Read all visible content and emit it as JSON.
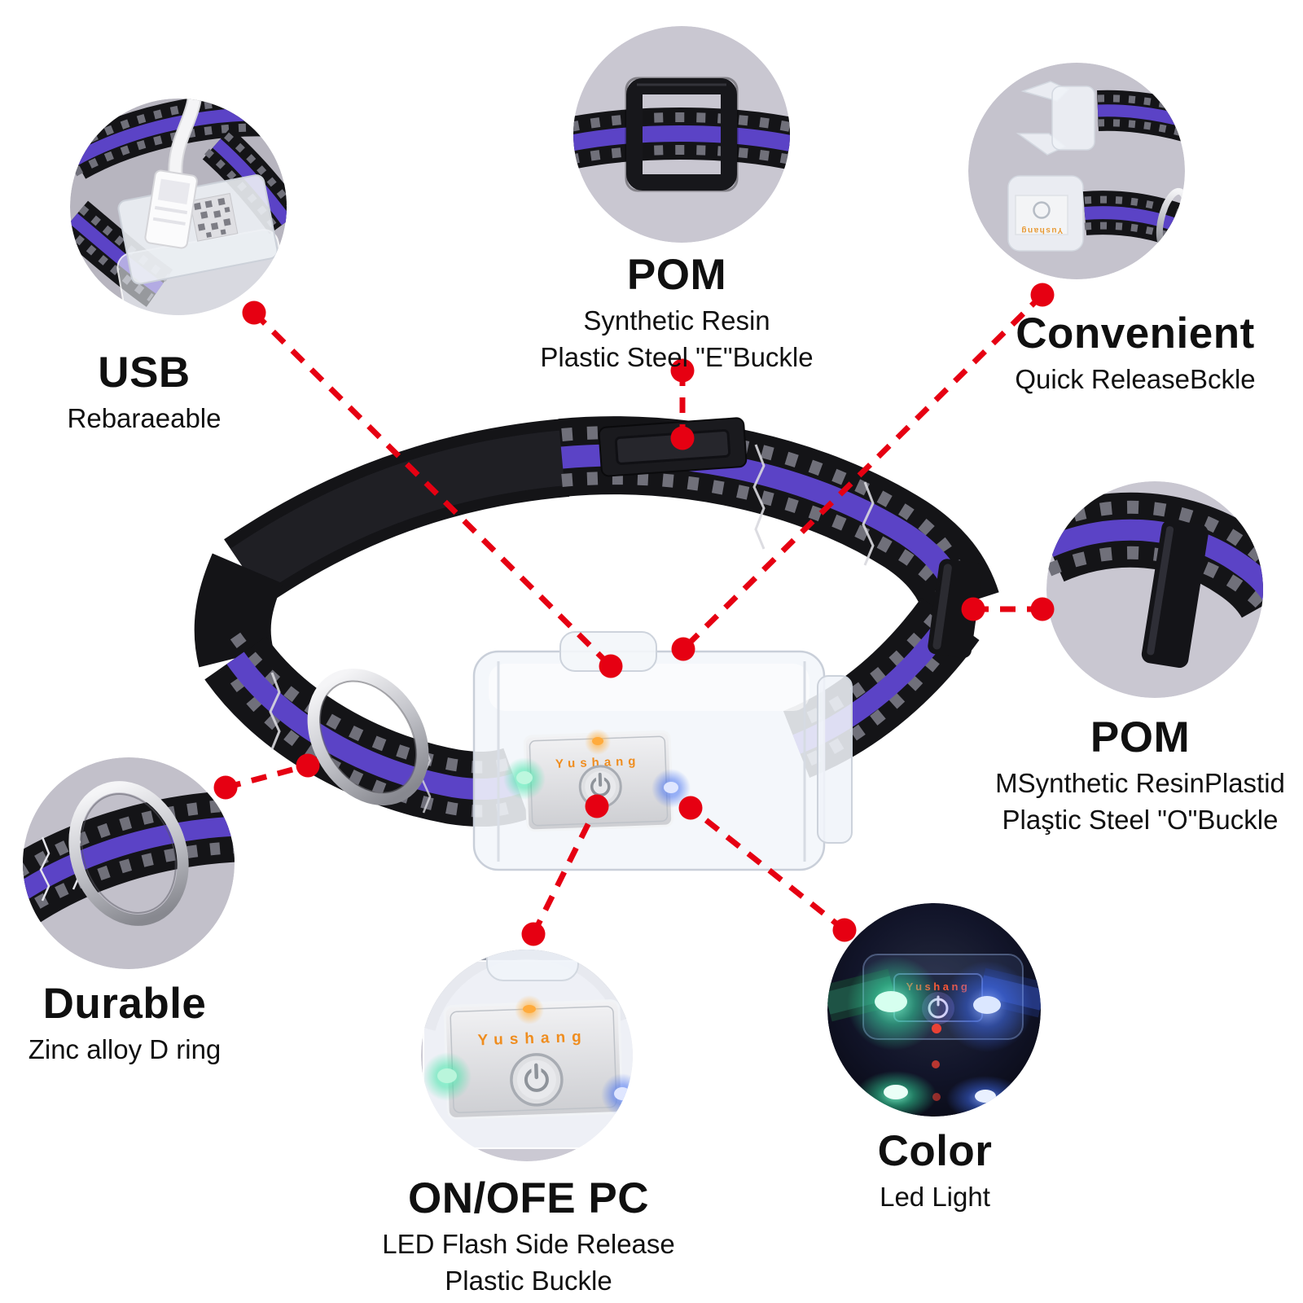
{
  "brand": "Yushang",
  "callouts": {
    "usb": {
      "title": "USB",
      "subtitle": "Rebaraeable"
    },
    "pom_top": {
      "title": "POM",
      "line1": "Synthetic Resin",
      "line2": "Plastic Steel \"E\"Buckle"
    },
    "convenient": {
      "title": "Convenient",
      "subtitle": "Quick ReleaseBckle"
    },
    "pom_right": {
      "title": "POM",
      "line1": "MSynthetic ResinPlastid",
      "line2": "Plaştic Steel \"O\"Buckle"
    },
    "durable": {
      "title": "Durable",
      "subtitle": "Zinc alloy D ring"
    },
    "on_off": {
      "title": "ON/OFE PC",
      "line1": "LED Flash Side Release",
      "line2": "Plastic Buckle"
    },
    "color": {
      "title": "Color",
      "subtitle": "Led Light"
    }
  },
  "colors": {
    "accent_red": "#e60012",
    "webbing_black": "#141417",
    "stripe_purple": "#5b43c6",
    "reflective_gray": "#70707a",
    "brand_orange": "#ef8d1f",
    "led_green": "#35e3a2",
    "led_blue": "#3e6bf0"
  }
}
